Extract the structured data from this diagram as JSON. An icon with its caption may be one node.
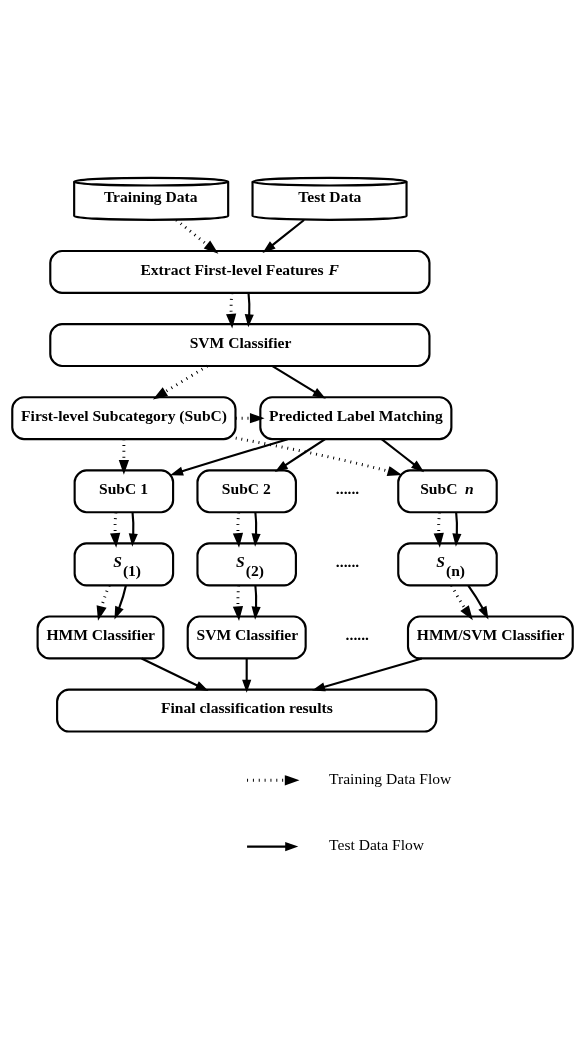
{
  "diagram": {
    "nodes": [
      {
        "text": [
          "Training Data"
        ]
      },
      {
        "text": [
          "Test Data"
        ]
      },
      {
        "text": [
          "Extract First-level Features *F*"
        ]
      },
      {
        "text": [
          "SVM Classifier"
        ]
      },
      {
        "text": [
          "First-level Subcategory (SubC)"
        ]
      },
      {
        "text": [
          "Predicted Label Matching"
        ]
      },
      {
        "text": [
          "SubC 1"
        ]
      },
      {
        "text": [
          "SubC 2"
        ]
      },
      {
        "text": [
          "SubC *n*"
        ]
      },
      {
        "text": [
          "*S*$_{(1)}$"
        ]
      },
      {
        "text": [
          "*S*$_{(2)}$"
        ]
      },
      {
        "text": [
          "*S*$_{(n)}$"
        ]
      },
      {
        "text": [
          "HMM Classifier"
        ]
      },
      {
        "text": [
          "SVM Classifier"
        ]
      },
      {
        "text": [
          "HMM/SVM Classifier"
        ]
      },
      {
        "text": [
          "Final classification results"
        ]
      }
    ],
    "edges": [
      {
        "from": 0,
        "to": 2,
        "arrow": "to",
        "style": "dashed"
      },
      {
        "from": 1,
        "to": 2,
        "arrow": "to"
      },
      {
        "from": 2,
        "to": 3,
        "arrow": "to",
        "style": "dashed"
      },
      {
        "from": 2,
        "to": 3,
        "arrow": "to"
      },
      {
        "from": 3,
        "to": 4,
        "arrow": "to",
        "style": "dashed"
      },
      {
        "from": 3,
        "to": 5,
        "arrow": "to"
      },
      {
        "from": 4,
        "to": 5,
        "arrow": "to",
        "style": "dashed"
      },
      {
        "from": 4,
        "to": 6,
        "arrow": "to",
        "style": "dashed"
      },
      {
        "from": 4,
        "to": 8,
        "arrow": "to",
        "style": "dashed"
      },
      {
        "from": 5,
        "to": 6,
        "arrow": "to"
      },
      {
        "from": 5,
        "to": 7,
        "arrow": "to"
      },
      {
        "from": 5,
        "to": 8,
        "arrow": "to"
      },
      {
        "from": 6,
        "to": 9,
        "arrow": "to",
        "style": "dashed"
      },
      {
        "from": 6,
        "to": 9,
        "arrow": "to"
      },
      {
        "from": 7,
        "to": 10,
        "arrow": "to",
        "style": "dashed"
      },
      {
        "from": 7,
        "to": 10,
        "arrow": "to"
      },
      {
        "from": 8,
        "to": 11,
        "arrow": "to",
        "style": "dashed"
      },
      {
        "from": 8,
        "to": 11,
        "arrow": "to"
      },
      {
        "from": 9,
        "to": 12,
        "arrow": "to",
        "style": "dashed"
      },
      {
        "from": 9,
        "to": 12,
        "arrow": "to"
      },
      {
        "from": 10,
        "to": 13,
        "arrow": "to",
        "style": "dashed"
      },
      {
        "from": 10,
        "to": 13,
        "arrow": "to"
      },
      {
        "from": 11,
        "to": 14,
        "arrow": "to",
        "style": "dashed"
      },
      {
        "from": 11,
        "to": 14,
        "arrow": "to"
      },
      {
        "from": 12,
        "to": 15,
        "arrow": "to"
      },
      {
        "from": 13,
        "to": 15,
        "arrow": "to"
      },
      {
        "from": 14,
        "to": 15,
        "arrow": "to"
      }
    ],
    "labels": [
      "......",
      "......",
      "......"
    ],
    "legend": [
      {
        "text": "Training Data Flow"
      },
      {
        "text": "Test Data Flow"
      }
    ]
  }
}
